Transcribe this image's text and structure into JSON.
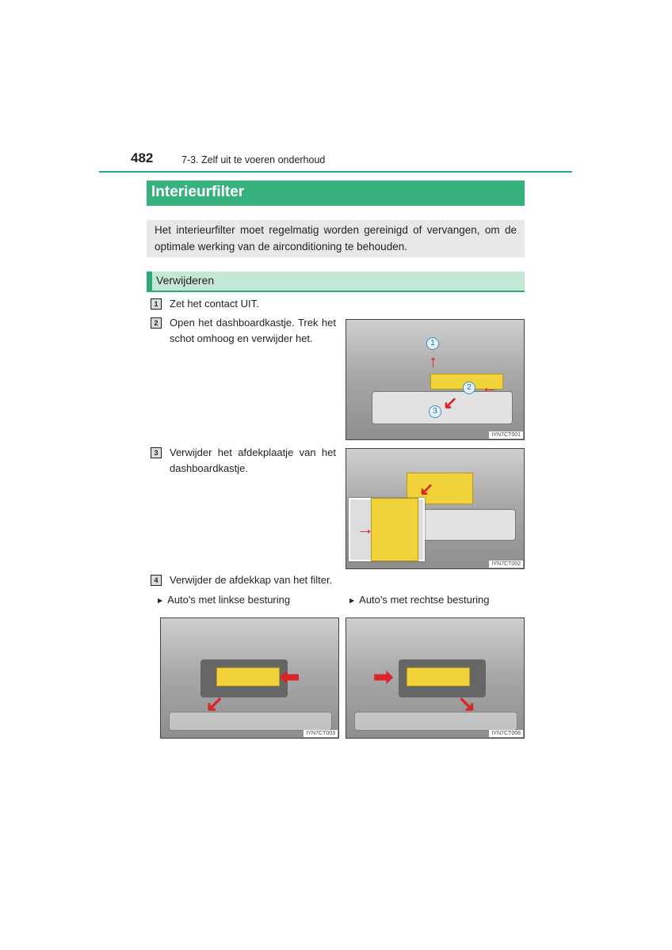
{
  "header": {
    "page_number": "482",
    "section": "7-3. Zelf uit te voeren onderhoud"
  },
  "title": "Interieurfilter",
  "intro": "Het interieurfilter moet regelmatig worden gereinigd of vervangen, om de optimale werking van de airconditioning te behouden.",
  "subheading": "Verwijderen",
  "steps": [
    {
      "num": "1",
      "text": "Zet het contact UIT."
    },
    {
      "num": "2",
      "text": "Open het dashboardkastje. Trek het schot omhoog en verwijder het."
    },
    {
      "num": "3",
      "text": "Verwijder het afdekplaatje van het dashboardkastje."
    },
    {
      "num": "4",
      "text": "Verwijder de afdekkap van het filter."
    }
  ],
  "bullets": [
    "Auto's met linkse besturing",
    "Auto's met rechtse besturing"
  ],
  "figures": {
    "fig1": {
      "code": "IYN7CT001",
      "callouts": [
        "1",
        "2",
        "3"
      ]
    },
    "fig2": {
      "code": "IYN7CT002"
    },
    "fig3": {
      "code": "IYN7CT003"
    },
    "fig4": {
      "code": "IYN7CT008"
    }
  }
}
